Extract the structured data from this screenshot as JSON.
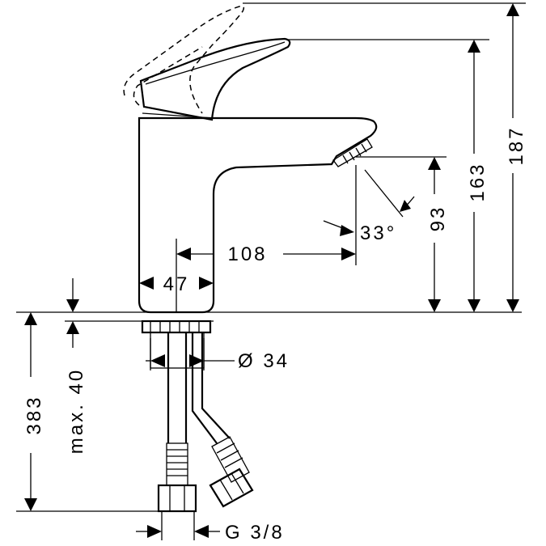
{
  "dimensions": {
    "total_height": "187",
    "outlet_top_height": "163",
    "spout_height": "93",
    "spout_reach": "108",
    "base_width": "47",
    "spray_angle": "33°",
    "hole_diameter": "Ø 34",
    "max_deck_thickness": "max. 40",
    "hose_length": "383",
    "connection_thread": "G 3/8"
  },
  "colors": {
    "line": "#000000",
    "background": "#ffffff"
  }
}
